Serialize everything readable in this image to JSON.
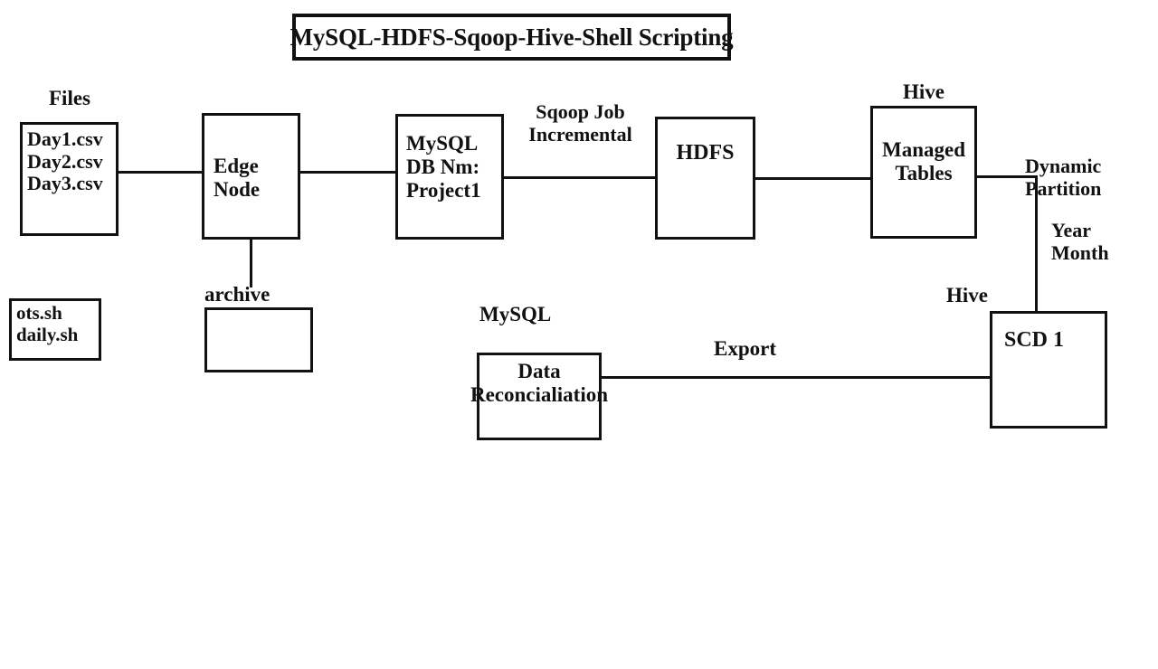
{
  "diagram": {
    "title": "MySQL-HDFS-Sqoop-Hive-Shell Scripting",
    "nodes": {
      "files_label": "Files",
      "files_box": "Day1.csv\nDay2.csv\nDay3.csv",
      "scripts_box": "ots.sh\ndaily.sh",
      "edge_node": "Edge\nNode",
      "archive_label": "archive",
      "archive_box": "",
      "mysql_db": "MySQL\nDB Nm:\nProject1",
      "hdfs": "HDFS",
      "hive_label_top": "Hive",
      "managed_tables": "Managed\nTables",
      "hive_label_scd": "Hive",
      "scd1": "SCD 1",
      "mysql_label": "MySQL",
      "data_reconciliation": "Data\nReconcialiation"
    },
    "edge_labels": {
      "sqoop_job": "Sqoop Job\nIncremental",
      "dynamic_partition": "Dynamic\nPartition",
      "year_month": "Year\nMonth",
      "export": "Export"
    },
    "colors": {
      "stroke": "#111111",
      "background": "#ffffff",
      "text": "#111111"
    }
  }
}
